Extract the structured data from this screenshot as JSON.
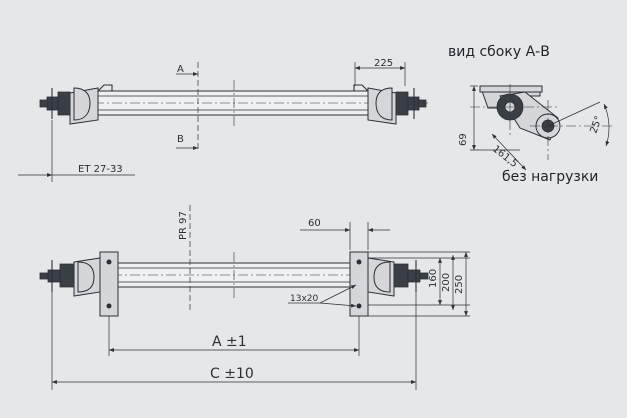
{
  "labels": {
    "side_view": "вид сбоку А-В",
    "no_load": "без нагрузки",
    "section_a": "A",
    "section_b": "B",
    "dim_225": "225",
    "dim_et": "ET 27-33",
    "dim_69": "69",
    "dim_161": "161,5",
    "angle_25": "25°",
    "dim_pr": "PR 97",
    "dim_60": "60",
    "dim_160": "160",
    "dim_200": "200",
    "dim_250": "250",
    "dim_hole": "13x20",
    "dim_a": "A ±1",
    "dim_c": "C ±10"
  }
}
